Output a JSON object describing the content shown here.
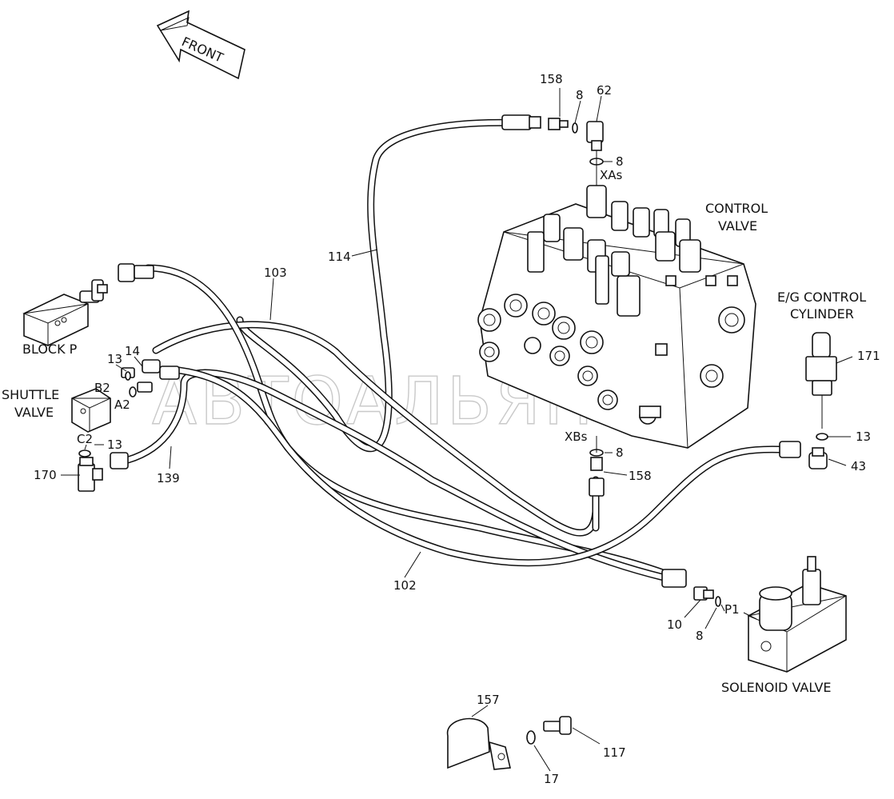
{
  "front_arrow": "FRONT",
  "watermark": "АВТОАЛЬЯНС",
  "assemblies": {
    "control_valve": [
      "CONTROL",
      "VALVE"
    ],
    "eg_cylinder": [
      "E/G CONTROL",
      "CYLINDER"
    ],
    "block_p": "BLOCK P",
    "shuttle_valve": [
      "SHUTTLE",
      "VALVE"
    ],
    "solenoid_valve": "SOLENOID VALVE"
  },
  "ports": {
    "xas": "XAs",
    "xbs": "XBs",
    "b2": "B2",
    "a2": "A2",
    "c2": "C2",
    "p1": "P1"
  },
  "part_numbers": {
    "p158_top": "158",
    "p8_top": "8",
    "p62": "62",
    "p8_xas": "8",
    "p114": "114",
    "p103": "103",
    "p13_shuttle": "13",
    "p14": "14",
    "p13_c2": "13",
    "p170": "170",
    "p139": "139",
    "p8_xbs": "8",
    "p158_xbs": "158",
    "p102": "102",
    "p171": "171",
    "p13_eg": "13",
    "p43": "43",
    "p10": "10",
    "p8_p1": "8",
    "p157": "157",
    "p117": "117",
    "p17": "17"
  }
}
